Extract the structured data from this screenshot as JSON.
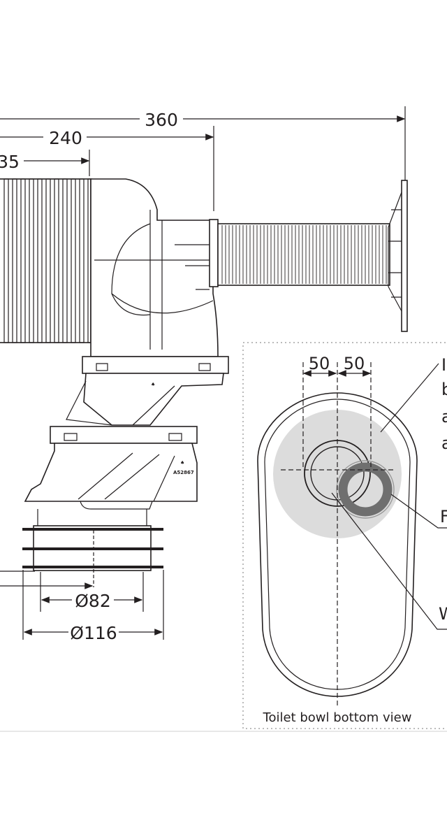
{
  "dimensions": {
    "overall_length": "360",
    "elbow_length": "240",
    "pipe_length": "35",
    "inner_diameter": "Ø82",
    "outer_diameter": "Ø116"
  },
  "part_code": "A52867",
  "bottom_view": {
    "offset_left": "50",
    "offset_right": "50",
    "caption": "Toilet bowl bottom view",
    "callout_1_lines": [
      "I",
      "b",
      "a",
      "a"
    ],
    "callout_2": "F",
    "callout_3": "W"
  },
  "colors": {
    "line": "#231f20",
    "zone_fill": "#dcdcdc",
    "pipe_ring": "#6f6f6f"
  }
}
